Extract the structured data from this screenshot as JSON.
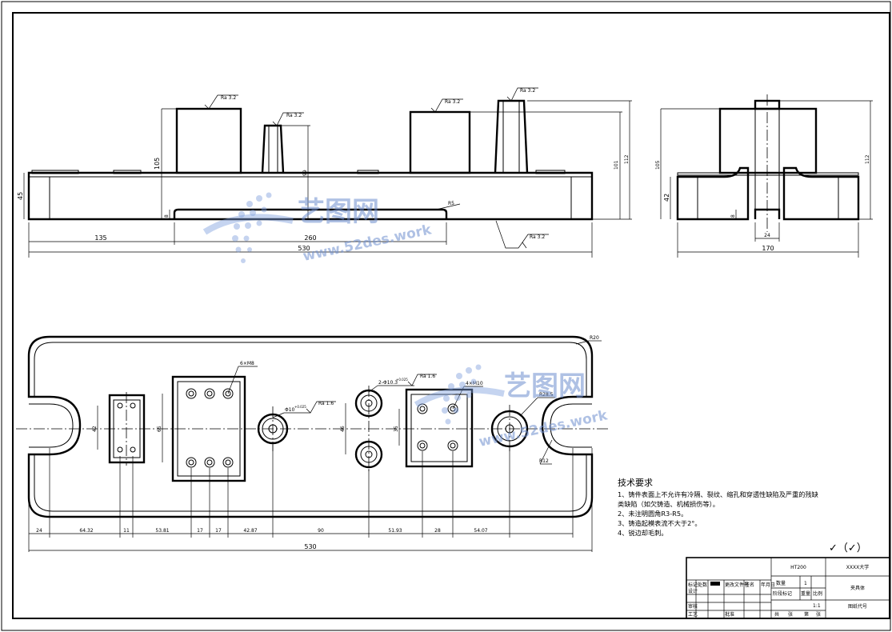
{
  "views": {
    "front": {
      "overall_length": "530",
      "left_offset": "135",
      "slot_length": "260",
      "height_base": "45",
      "height_block": "105",
      "height_boss": "99",
      "height_total_101": "101",
      "height_total_112": "112",
      "relief_depth": "8",
      "fillet": "R5",
      "roughness": [
        "Ra 3.2",
        "Ra 3.2",
        "Ra 3.2",
        "Ra 3.2",
        "Ra 3.2"
      ]
    },
    "side": {
      "width": "170",
      "slot_width": "24",
      "height_base": "42",
      "height_105": "105",
      "height_112": "112",
      "relief_depth": "8"
    },
    "top": {
      "overall_length": "530",
      "corner_radius": "R20",
      "left_block_dim": "42",
      "mid_block_dim": "65",
      "hole_spacing_dim": "46",
      "right_block_dim": "35",
      "thread_mid": "6×M8",
      "thread_right": "4×M10",
      "hole_callout_pair": "2-Φ10.3",
      "hole_callout_pair_tol": "+0.025",
      "hole_callout_single": "Φ10",
      "hole_callout_single_tol": "+0.025",
      "roughness_pair": "Ra 1.6",
      "roughness_single": "Ra 1.6",
      "boss_radius": "R28.5",
      "slot_radius": "R12",
      "chain_dims": [
        "24",
        "64.32",
        "11",
        "53.81",
        "17",
        "17",
        "42.87",
        "90",
        "51.93",
        "28",
        "54.07"
      ]
    }
  },
  "notes": {
    "title": "技术要求",
    "lines": [
      "1、铸件表面上不允许有冷隔、裂纹、缩孔和穿透性缺陷及严重的残缺",
      "类缺陷（如欠铸造、机械损伤等）。",
      "2、未注明圆角R3-R5。",
      "3、铸造起模表流不大于2°。",
      "4、锐边却毛刺。"
    ],
    "finish_symbol": "✓（✓）"
  },
  "title_block": {
    "material": "HT200",
    "school": "XXXX大学",
    "qty_label": "数量",
    "qty_value": "1",
    "part_name": "夹具体",
    "weight_label": "重量",
    "scale_label": "比例",
    "stage_label": "阶段标记",
    "scale_value": "1:1",
    "drawing_no_label": "图纸代号",
    "mark_label": "标记",
    "count_label": "处数",
    "file_label": "更改文件号",
    "sign_label": "签名",
    "date_label": "年月日",
    "design_label": "设计",
    "check_label": "审核",
    "process_label": "工艺",
    "approve_label": "批准",
    "sheets_total": "共",
    "sheet_label": "张",
    "sheet_no": "第",
    "sheet_label2": "张"
  },
  "watermark": {
    "brand": "艺图网",
    "url": "www.52des.work"
  }
}
